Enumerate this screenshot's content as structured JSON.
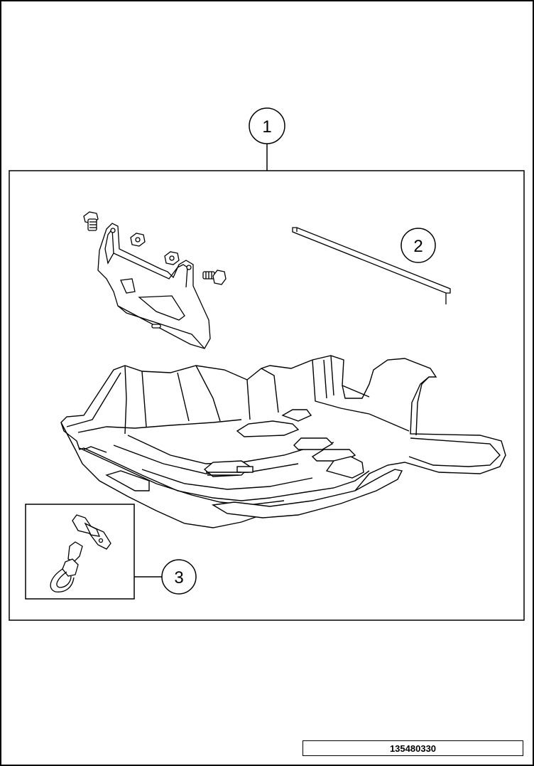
{
  "callouts": [
    {
      "label": "1"
    },
    {
      "label": "2"
    },
    {
      "label": "3"
    }
  ],
  "reference_number": "135480330",
  "icons": [
    "bolt-icon",
    "nut-icon",
    "bracket-icon",
    "strip-icon",
    "skid-plate-icon",
    "clip-icon"
  ],
  "colors": {
    "line": "#000000",
    "background": "#ffffff"
  }
}
